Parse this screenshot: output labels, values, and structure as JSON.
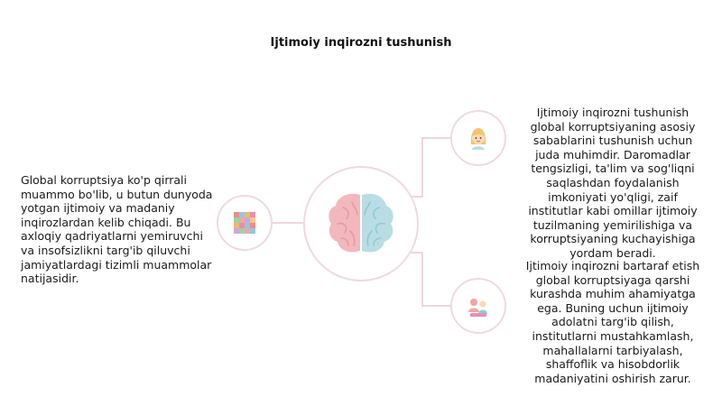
{
  "title": "Ijtimoiy inqirozni tushunish",
  "left_text": "Global korruptsiya ko'p qirrali muammo bo'lib, u butun dunyoda yotgan ijtimoiy va madaniy inqirozlardan kelib chiqadi. Bu axloqiy qadriyatlarni yemiruvchi va insofsizlikni targ'ib qiluvchi jamiyatlardagi tizimli muammolar natijasidir.",
  "right_text_1": "Ijtimoiy inqirozni tushunish global korruptsiyaning asosiy sabablarini tushunish uchun juda muhimdir. Daromadlar tengsizligi, ta'lim va sog'liqni saqlashdan foydalanish imkoniyati yo'qligi, zaif institutlar kabi omillar ijtimoiy tuzilmaning yemirilishiga va korruptsiyaning kuchayishiga yordam beradi.",
  "right_text_2": "Ijtimoiy inqirozni bartaraf etish global korruptsiyaga qarshi kurashda muhim ahamiyatga ega. Buning uchun ijtimoiy adolatni targ'ib qilish, institutlarni mustahkamlash, mahallalarni tarbiyalash, shaffoflik va hisobdorlik madaniyatini oshirish zarur.",
  "icons": {
    "center": "brain-icon",
    "left": "colorful-blocks-icon",
    "top": "person-face-icon",
    "bottom": "people-group-icon"
  },
  "colors": {
    "ring": "#f0d9de",
    "connector": "#ecc8d0",
    "brain_left": "#f2b8bd",
    "brain_right": "#b9dde4"
  }
}
